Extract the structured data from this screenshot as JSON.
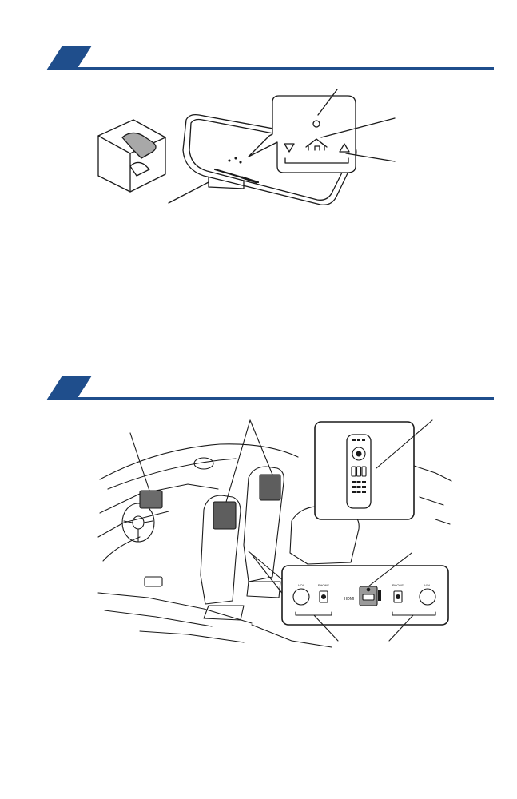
{
  "colors": {
    "accent": "#1f4e8c",
    "line_art": "#1a1a1a",
    "background": "#ffffff"
  },
  "mirror_panel": {
    "icons": [
      "down-triangle-icon",
      "home-icon",
      "up-triangle-icon",
      "status-led-icon"
    ]
  },
  "rear_panel": {
    "hdmi_label": "HDMI",
    "ports": [
      {
        "icon": "volume-knob-icon",
        "label": "VOL"
      },
      {
        "icon": "headphone-jack-icon",
        "label": "PHONE"
      },
      {
        "icon": "hdmi-port-icon",
        "label": "HDMI"
      },
      {
        "icon": "headphone-jack-icon",
        "label": "PHONE"
      },
      {
        "icon": "volume-knob-icon",
        "label": "VOL"
      }
    ]
  },
  "remote_control": {
    "icon": "remote-control-icon"
  }
}
